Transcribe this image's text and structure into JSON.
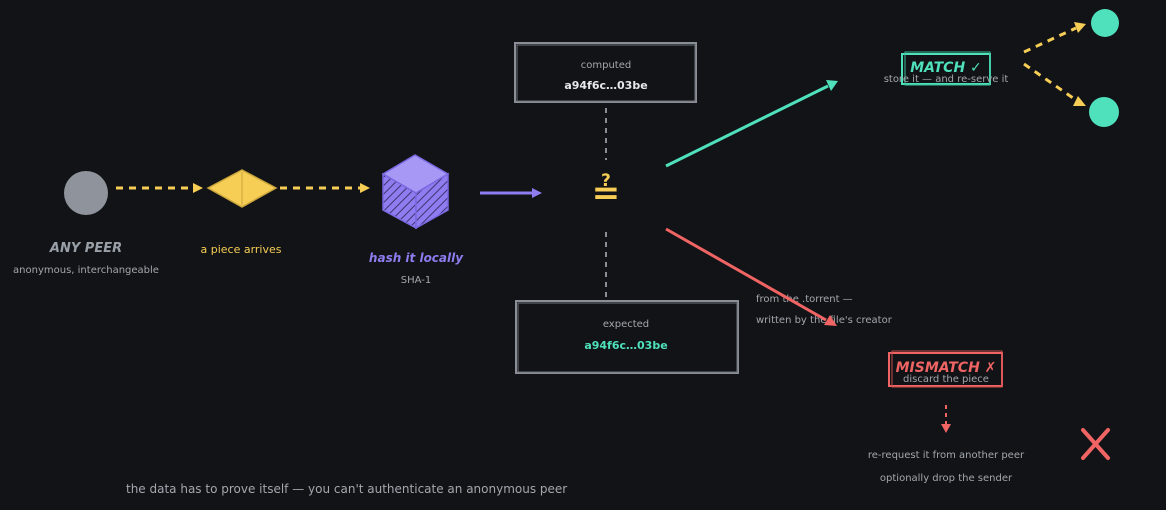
{
  "colors": {
    "background": "#111316",
    "peer_gray": "#8f949c",
    "yellow": "#f6cd55",
    "purple": "#8f7cf0",
    "teal": "#4fe0bc",
    "red": "#f06464",
    "box_stroke": "#8a8e96",
    "muted_text": "#a3a7ae"
  },
  "peer": {
    "title": "ANY PEER",
    "subtitle": "anonymous, interchangeable",
    "icon": "peer-circle-icon"
  },
  "piece": {
    "label": "a piece arrives",
    "icon": "diamond-piece-icon"
  },
  "hash": {
    "title": "hash it locally",
    "subtitle": "SHA-1",
    "icon": "cube-icon"
  },
  "compare": {
    "symbol": "≟",
    "icon": "question-equals-icon"
  },
  "computed": {
    "label": "computed",
    "value": "a94f6c…03be"
  },
  "expected": {
    "label": "expected",
    "value": "a94f6c…03be"
  },
  "source_note": {
    "line1": "from the .torrent —",
    "line2": "written by the file's creator"
  },
  "match": {
    "title": "MATCH ✓",
    "subtitle": "store it — and re-serve it"
  },
  "mismatch": {
    "title": "MISMATCH ✗",
    "subtitle": "discard the piece",
    "action1": "re-request it from another peer",
    "action2": "optionally drop the sender",
    "icon": "red-x-icon"
  },
  "footer": "the data has to prove itself — you can't authenticate an anonymous peer"
}
